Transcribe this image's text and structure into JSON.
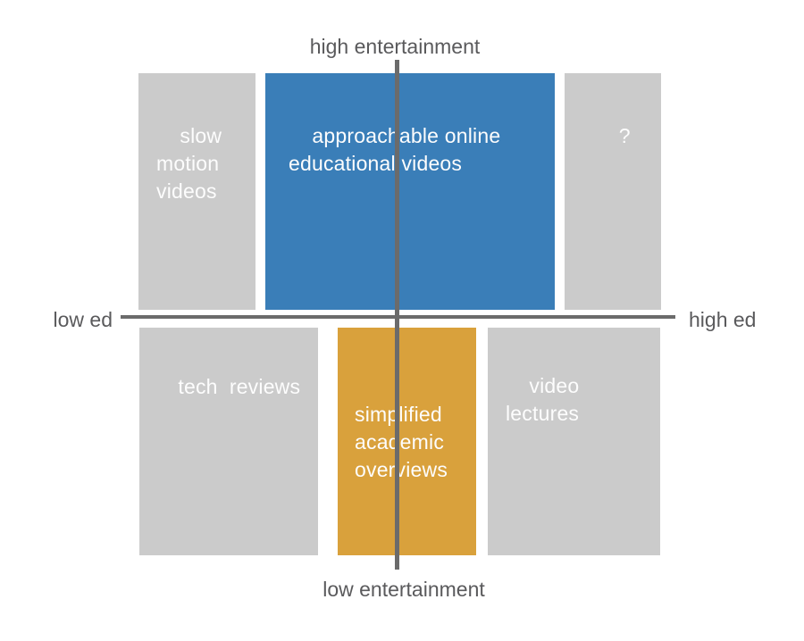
{
  "diagram": {
    "type": "2x2-quadrant-matrix",
    "axes": {
      "vertical_top": "high entertainment",
      "vertical_bottom": "low entertainment",
      "horizontal_left": "low ed",
      "horizontal_right": "high ed"
    },
    "boxes": [
      {
        "label": "slow motion videos",
        "color": "#cbcbcb",
        "highlight": false,
        "position": "top-left"
      },
      {
        "label": "approachable online educational videos",
        "color": "#3a7eb8",
        "highlight": true,
        "position": "top-center"
      },
      {
        "label": "?",
        "color": "#cbcbcb",
        "highlight": false,
        "position": "top-right"
      },
      {
        "label": "tech  reviews",
        "color": "#cbcbcb",
        "highlight": false,
        "position": "bottom-left"
      },
      {
        "label": "simplified academic overviews",
        "color": "#d9a13c",
        "highlight": true,
        "position": "bottom-center"
      },
      {
        "label": "video lectures",
        "color": "#cbcbcb",
        "highlight": false,
        "position": "bottom-right"
      }
    ]
  },
  "colors": {
    "blue": "#3a7eb8",
    "orange": "#d9a13c",
    "box-gray": "#cbcbcb",
    "line-gray": "#6b6b6b",
    "label-gray": "#5a5a5c",
    "box-text": "#fdfdfd",
    "background": "#ffffff"
  }
}
